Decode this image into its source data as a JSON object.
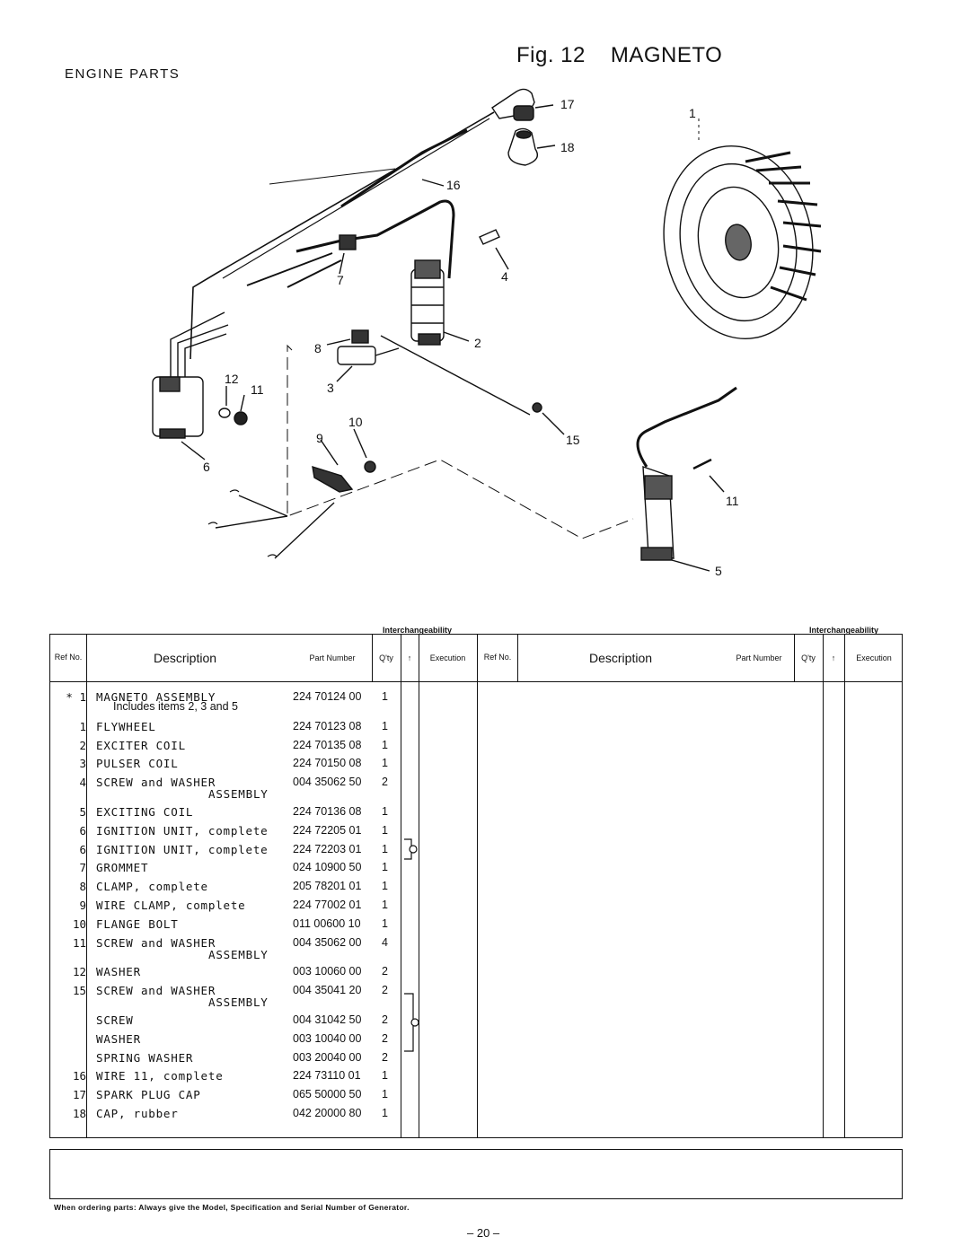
{
  "figure": {
    "number": "Fig. 12",
    "title": "MAGNETO"
  },
  "section_title": "ENGINE PARTS",
  "callouts": [
    "17",
    "18",
    "16",
    "1",
    "4",
    "7",
    "2",
    "8",
    "12",
    "11",
    "3",
    "10",
    "9",
    "15",
    "6",
    "11",
    "5"
  ],
  "table": {
    "interchangeability_label": "Interchangeability",
    "headers": {
      "ref_no": "Ref No.",
      "description": "Description",
      "part_number": "Part Number",
      "qty": "Q'ty",
      "marker": "↑",
      "execution": "Execution"
    },
    "rows": [
      {
        "ref": "* 1",
        "desc": "MAGNETO ASSEMBLY",
        "note": "Includes items 2, 3 and 5",
        "pn": "224 70124 00",
        "qty": "1"
      },
      {
        "ref": "1",
        "desc": "FLYWHEEL",
        "pn": "224 70123 08",
        "qty": "1"
      },
      {
        "ref": "2",
        "desc": "EXCITER COIL",
        "pn": "224 70135 08",
        "qty": "1"
      },
      {
        "ref": "3",
        "desc": "PULSER COIL",
        "pn": "224 70150 08",
        "qty": "1"
      },
      {
        "ref": "4",
        "desc": "SCREW and WASHER",
        "sub": "ASSEMBLY",
        "pn": "004 35062 50",
        "qty": "2"
      },
      {
        "ref": "5",
        "desc": "EXCITING COIL",
        "pn": "224 70136 08",
        "qty": "1"
      },
      {
        "ref": "6",
        "desc": "IGNITION UNIT, complete",
        "pn": "224 72205 01",
        "qty": "1"
      },
      {
        "ref": "6",
        "desc": "IGNITION UNIT, complete",
        "pn": "224 72203 01",
        "qty": "1"
      },
      {
        "ref": "7",
        "desc": "GROMMET",
        "pn": "024 10900 50",
        "qty": "1"
      },
      {
        "ref": "8",
        "desc": "CLAMP, complete",
        "pn": "205 78201 01",
        "qty": "1"
      },
      {
        "ref": "9",
        "desc": "WIRE CLAMP, complete",
        "pn": "224 77002 01",
        "qty": "1"
      },
      {
        "ref": "10",
        "desc": "FLANGE BOLT",
        "pn": "011 00600 10",
        "qty": "1"
      },
      {
        "ref": "11",
        "desc": "SCREW and WASHER",
        "sub": "ASSEMBLY",
        "pn": "004 35062 00",
        "qty": "4"
      },
      {
        "ref": "12",
        "desc": "WASHER",
        "pn": "003 10060 00",
        "qty": "2"
      },
      {
        "ref": "15",
        "desc": "SCREW and WASHER",
        "sub": "ASSEMBLY",
        "pn": "004 35041 20",
        "qty": "2"
      },
      {
        "ref": "",
        "desc": "SCREW",
        "pn": "004 31042 50",
        "qty": "2"
      },
      {
        "ref": "",
        "desc": "WASHER",
        "pn": "003 10040 00",
        "qty": "2"
      },
      {
        "ref": "",
        "desc": "SPRING WASHER",
        "pn": "003 20040 00",
        "qty": "2"
      },
      {
        "ref": "16",
        "desc": "WIRE 11, complete",
        "pn": "224 73110 01",
        "qty": "1"
      },
      {
        "ref": "17",
        "desc": "SPARK PLUG CAP",
        "pn": "065 50000 50",
        "qty": "1"
      },
      {
        "ref": "18",
        "desc": "CAP, rubber",
        "pn": "042 20000 80",
        "qty": "1"
      }
    ]
  },
  "footer_note": "When ordering parts: Always give the Model, Specification and Serial Number of Generator.",
  "page_number": "– 20 –"
}
